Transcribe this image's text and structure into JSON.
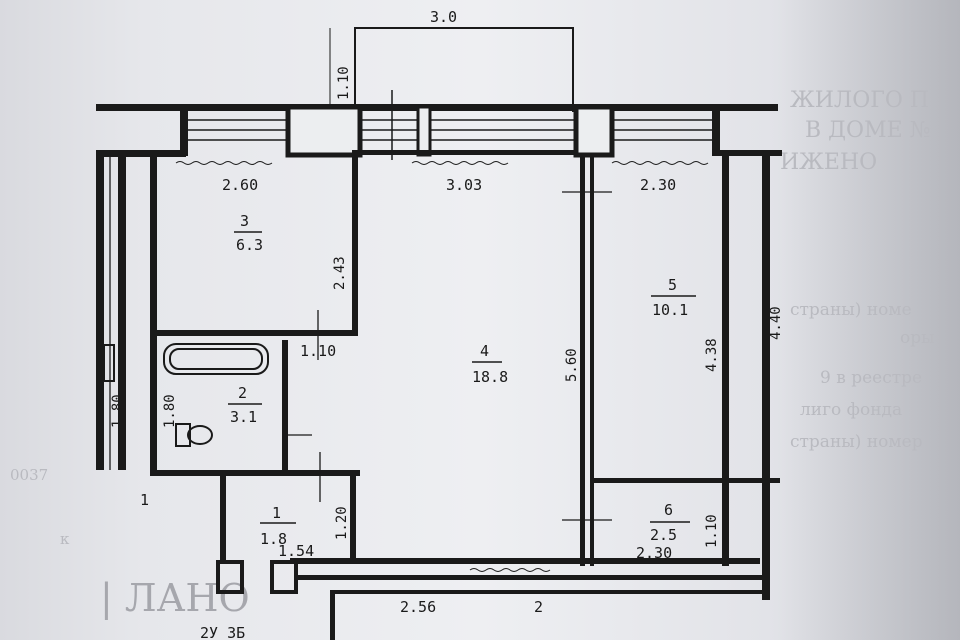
{
  "overall_width": "3.0",
  "balcony_depth": "1.10",
  "rooms": [
    {
      "number": "3",
      "area": "6.3"
    },
    {
      "number": "4",
      "area": "18.8"
    },
    {
      "number": "5",
      "area": "10.1"
    },
    {
      "number": "2",
      "area": "3.1"
    },
    {
      "number": "1",
      "area": "1.8"
    },
    {
      "number": "6",
      "area": "2.5"
    }
  ],
  "dimensions": {
    "room3_width": "2.60",
    "room4_width": "3.03",
    "room5_width": "2.30",
    "room3_depth": "2.43",
    "room4_depth": "5.60",
    "room5_depth": "4.38",
    "outer_depth": "4.40",
    "bath_width": "1.80",
    "corridor_width": "1.80",
    "bath_to_room3": "1.10",
    "hall_depth": "1.20",
    "hall_width": "1.54",
    "closet_depth": "1.10",
    "closet_width": "2.30",
    "bottom_left": "2.56",
    "bottom_mid": "2"
  },
  "corridor_mark": "1",
  "bottom_code": "2У 3Б",
  "background_text": {
    "header": "ЖИЛОГО П",
    "line1": "В ДОМЕ №",
    "line2": "ИЖЕНО",
    "r1": "страны) номе",
    "r2": "оры",
    "r3": "9 в реестре",
    "r4": "лиго фонда",
    "r5": "страны) номер",
    "left_code": "0037",
    "left_mark": "к",
    "bottom": "| ЛАНО"
  }
}
